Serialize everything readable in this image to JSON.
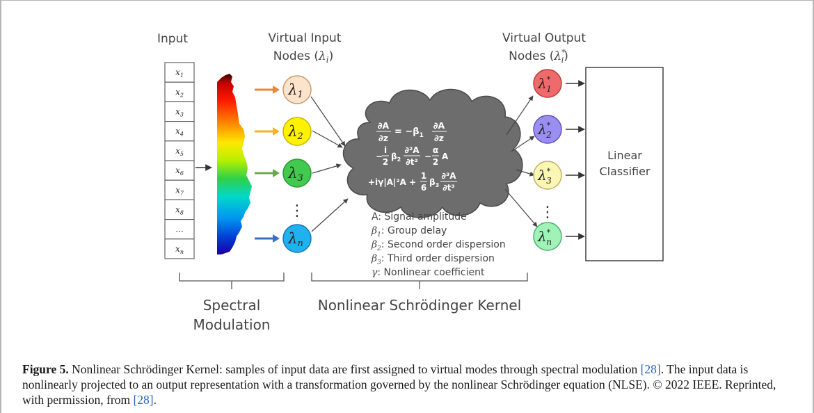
{
  "labels": {
    "input": "Input",
    "virtual_input_line1": "Virtual Input",
    "virtual_input_line2": "Nodes (",
    "virtual_input_sym": "λ",
    "virtual_input_sub": "i",
    "virtual_input_close": ")",
    "virtual_output_line1": "Virtual Output",
    "virtual_output_line2": "Nodes (",
    "virtual_output_sym": "λ",
    "virtual_output_sup": "*",
    "virtual_output_sub": "i",
    "virtual_output_close": ")",
    "classifier_line1": "Linear",
    "classifier_line2": "Classifier",
    "spectral_line1": "Spectral",
    "spectral_line2": "Modulation",
    "nlse_kernel": "Nonlinear Schrödinger Kernel",
    "ellipsis": "⋮"
  },
  "input_cells": [
    {
      "sym": "x",
      "sub": "1"
    },
    {
      "sym": "x",
      "sub": "2"
    },
    {
      "sym": "x",
      "sub": "3"
    },
    {
      "sym": "x",
      "sub": "4"
    },
    {
      "sym": "x",
      "sub": "5"
    },
    {
      "sym": "x",
      "sub": "6"
    },
    {
      "sym": "x",
      "sub": "7"
    },
    {
      "sym": "x",
      "sub": "8"
    },
    {
      "sym": "...",
      "sub": ""
    },
    {
      "sym": "x",
      "sub": "n"
    }
  ],
  "input_nodes": [
    {
      "sym": "λ",
      "sub": "1",
      "color": "#fbe3cc",
      "stroke": "#c99a6a",
      "arrow": "#e8863a"
    },
    {
      "sym": "λ",
      "sub": "2",
      "color": "#fff200",
      "stroke": "#c8b400",
      "arrow": "#f5b323"
    },
    {
      "sym": "λ",
      "sub": "3",
      "color": "#42c94e",
      "stroke": "#2a9a36",
      "arrow": "#6aa84f"
    },
    {
      "sym": "λ",
      "sub": "n",
      "color": "#1fb2ee",
      "stroke": "#1576b8",
      "arrow": "#3b6fc4"
    }
  ],
  "output_nodes": [
    {
      "sym": "λ",
      "sup": "*",
      "sub": "1",
      "color": "#ef6a6a",
      "stroke": "#b83b3b"
    },
    {
      "sym": "λ",
      "sup": "*",
      "sub": "2",
      "color": "#9a8ff0",
      "stroke": "#5d52b8"
    },
    {
      "sym": "λ",
      "sup": "*",
      "sub": "3",
      "color": "#faf6b4",
      "stroke": "#bdb25e"
    },
    {
      "sym": "λ",
      "sup": "*",
      "sub": "n",
      "color": "#9ff3b7",
      "stroke": "#4fae6e"
    }
  ],
  "equation": {
    "l1a": "∂A",
    "l1b": "∂z",
    "l1c": "= −β",
    "l1d": "1",
    "l1e": "∂A",
    "l1f": "∂z",
    "l2a": "−",
    "l2b": "i",
    "l2c": "2",
    "l2d": "β",
    "l2e": "2",
    "l2f": "∂²A",
    "l2g": "∂t²",
    "l2h": "−",
    "l2i": "α",
    "l2j": "2",
    "l2k": "A",
    "l3a": "+iγ|A|²A +",
    "l3b": "1",
    "l3c": "6",
    "l3d": "β",
    "l3e": "3",
    "l3f": "∂³A",
    "l3g": "∂t³"
  },
  "legend": [
    {
      "sym": "",
      "sub": "",
      "text": "A: Signal amplitude"
    },
    {
      "sym": "β",
      "sub": "1",
      "text": ": Group delay"
    },
    {
      "sym": "β",
      "sub": "2",
      "text": ": Second order dispersion"
    },
    {
      "sym": "β",
      "sub": "3",
      "text": ": Third order dispersion"
    },
    {
      "sym": "γ",
      "sub": "",
      "text": ": Nonlinear coefficient"
    }
  ],
  "caption": {
    "figure_label": "Figure 5.",
    "text1": " Nonlinear Schrödinger Kernel: samples of input data are first assigned to virtual modes through spectral modulation ",
    "ref1": "[28]",
    "text2": ". The input data is nonlinearly projected to an output representation with a transformation governed by the nonlinear Schrödinger equation (NLSE). © 2022 IEEE. Reprinted, with permission, from ",
    "ref2": "[28]",
    "text3": "."
  }
}
